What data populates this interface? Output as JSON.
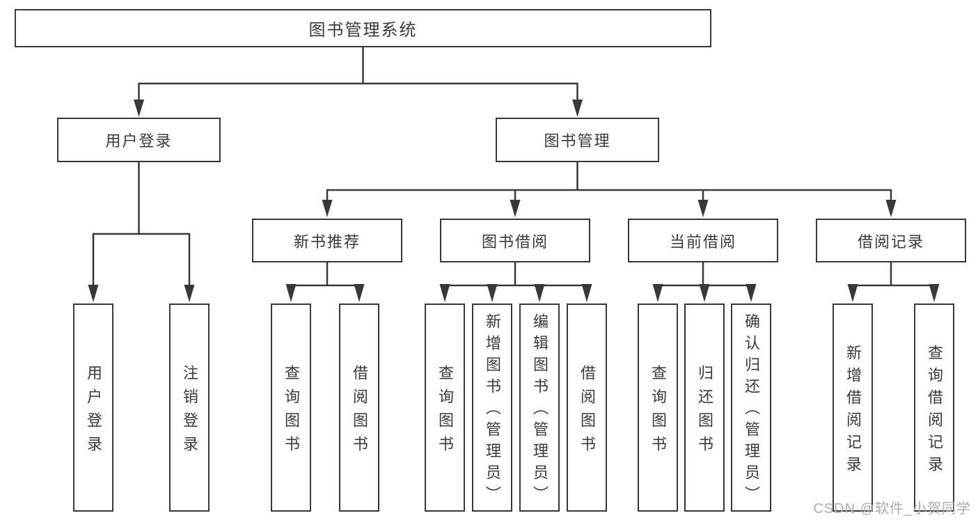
{
  "diagram": {
    "root": {
      "label": "图书管理系统"
    },
    "user_login": {
      "label": "用户登录",
      "children": [
        {
          "label": "用户登录"
        },
        {
          "label": "注销登录"
        }
      ]
    },
    "book_management": {
      "label": "图书管理",
      "sections": [
        {
          "label": "新书推荐",
          "children": [
            {
              "label": "查询图书"
            },
            {
              "label": "借阅图书"
            }
          ]
        },
        {
          "label": "图书借阅",
          "children": [
            {
              "label": "查询图书"
            },
            {
              "label": "新增图书（管理员）"
            },
            {
              "label": "编辑图书（管理员）"
            },
            {
              "label": "借阅图书"
            }
          ]
        },
        {
          "label": "当前借阅",
          "children": [
            {
              "label": "查询图书"
            },
            {
              "label": "归还图书"
            },
            {
              "label": "确认归还（管理员）"
            }
          ]
        },
        {
          "label": "借阅记录",
          "children": [
            {
              "label": "新增借阅记录"
            },
            {
              "label": "查询借阅记录"
            }
          ]
        }
      ]
    },
    "watermark": "CSDN @软件_小贺同学",
    "colors": {
      "line": "#383838",
      "box_border": "#383838",
      "text": "#3a3a3a",
      "watermark": "#acacac",
      "background": "#ffffff"
    }
  }
}
